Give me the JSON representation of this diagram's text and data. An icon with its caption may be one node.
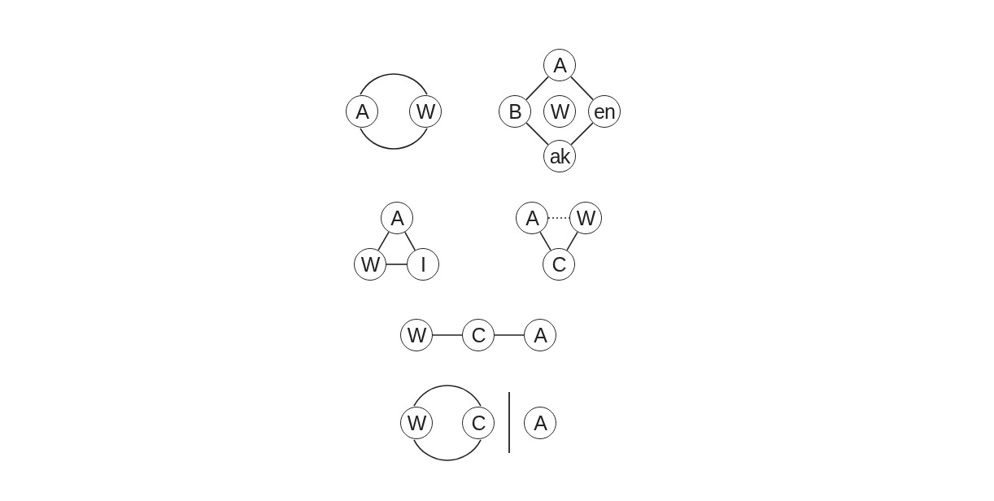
{
  "diagram": {
    "nodes": [
      {
        "text": [
          "A"
        ]
      },
      {
        "text": [
          "W"
        ]
      },
      {
        "text": [
          "A"
        ]
      },
      {
        "text": [
          "B"
        ]
      },
      {
        "text": [
          "W"
        ]
      },
      {
        "text": [
          "en"
        ]
      },
      {
        "text": [
          "ak"
        ]
      },
      {
        "text": [
          "A"
        ]
      },
      {
        "text": [
          "W"
        ]
      },
      {
        "text": [
          "I"
        ]
      },
      {
        "text": [
          "A"
        ]
      },
      {
        "text": [
          "W"
        ]
      },
      {
        "text": [
          "C"
        ]
      },
      {
        "text": [
          "W"
        ]
      },
      {
        "text": [
          "C"
        ]
      },
      {
        "text": [
          "A"
        ]
      },
      {
        "text": [
          "W"
        ]
      },
      {
        "text": [
          "C"
        ]
      },
      {
        "text": [
          "A"
        ]
      }
    ],
    "edges": [
      {
        "from": 0,
        "to": 1,
        "arrow": "none"
      },
      {
        "from": 0,
        "to": 1,
        "arrow": "none"
      },
      {
        "from": 2,
        "to": 3,
        "arrow": "none"
      },
      {
        "from": 2,
        "to": 5,
        "arrow": "none"
      },
      {
        "from": 3,
        "to": 6,
        "arrow": "none"
      },
      {
        "from": 5,
        "to": 6,
        "arrow": "none"
      },
      {
        "from": 7,
        "to": 8,
        "arrow": "none"
      },
      {
        "from": 7,
        "to": 9,
        "arrow": "none"
      },
      {
        "from": 8,
        "to": 9,
        "arrow": "none"
      },
      {
        "from": 10,
        "to": 11,
        "arrow": "none",
        "style": "dashed"
      },
      {
        "from": 10,
        "to": 12,
        "arrow": "none"
      },
      {
        "from": 11,
        "to": 12,
        "arrow": "none"
      },
      {
        "from": 13,
        "to": 14,
        "arrow": "none"
      },
      {
        "from": 14,
        "to": 15,
        "arrow": "none"
      },
      {
        "from": 16,
        "to": 17,
        "arrow": "none"
      },
      {
        "from": 16,
        "to": 17,
        "arrow": "none"
      }
    ]
  }
}
